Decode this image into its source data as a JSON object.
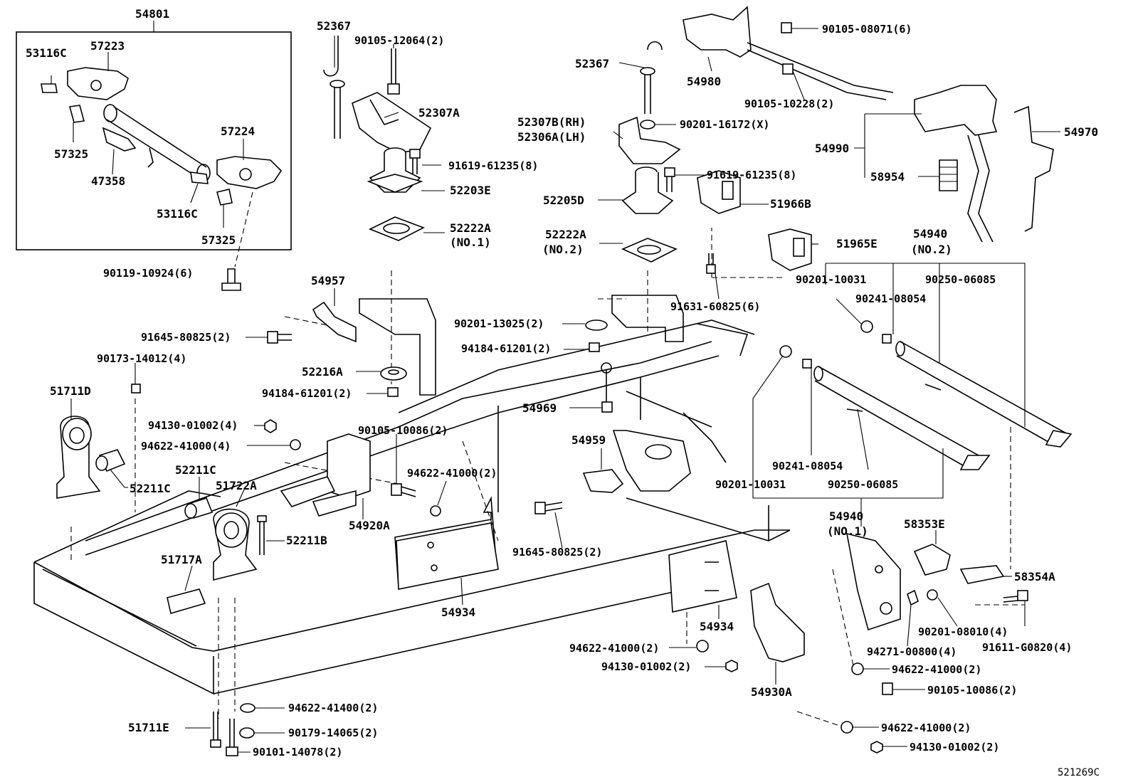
{
  "diagram_id": "521269C",
  "labels": {
    "p54801": "54801",
    "p53116c_a": "53116C",
    "p57223": "57223",
    "p57325_a": "57325",
    "p57224": "57224",
    "p47358": "47358",
    "p53116c_b": "53116C",
    "p57325_b": "57325",
    "p90119": "90119-10924(6)",
    "p52367_a": "52367",
    "p90105_12064": "90105-12064(2)",
    "p52307a": "52307A",
    "p91619_a": "91619-61235(8)",
    "p52203e": "52203E",
    "p52222a_a": "52222A",
    "p52222a_a_note": "(NO.1)",
    "p54957": "54957",
    "p91645_a": "91645-80825(2)",
    "p90173": "90173-14012(4)",
    "p52216a": "52216A",
    "p94184_a": "94184-61201(2)",
    "p51711d": "51711D",
    "p94130_a": "94130-01002(4)",
    "p94622_a": "94622-41000(4)",
    "p52211c_a": "52211C",
    "p52211c_b": "52211C",
    "p51722a": "51722A",
    "p90105_10086_a": "90105-10086(2)",
    "p94622_b": "94622-41000(2)",
    "p54920a": "54920A",
    "p52211b": "52211B",
    "p51717a": "51717A",
    "p54934_a": "54934",
    "p94622_41400": "94622-41400(2)",
    "p51711e": "51711E",
    "p90179": "90179-14065(2)",
    "p90101": "90101-14078(2)",
    "p52367_b": "52367",
    "p52307b": "52307B(RH)",
    "p52306a": "52306A(LH)",
    "p90201_16172": "90201-16172(X)",
    "p91619_b": "91619-61235(8)",
    "p52205d": "52205D",
    "p52222a_b": "52222A",
    "p52222a_b_note": "(NO.2)",
    "p90201_13025": "90201-13025(2)",
    "p94184_b": "94184-61201(2)",
    "p54969": "54969",
    "p54959": "54959",
    "p91645_b": "91645-80825(2)",
    "p54980": "54980",
    "p90105_08071": "90105-08071(6)",
    "p90105_10228": "90105-10228(2)",
    "p51966b": "51966B",
    "p51965e": "51965E",
    "p91631": "91631-60825(6)",
    "p54990": "54990",
    "p54970": "54970",
    "p58954": "58954",
    "p54940_b": "54940",
    "p54940_b_note": "(NO.2)",
    "p90201_10031_a": "90201-10031",
    "p90241_08054_a": "90241-08054",
    "p90250_06085_a": "90250-06085",
    "p90241_08054_b": "90241-08054",
    "p90201_10031_b": "90201-10031",
    "p90250_06085_b": "90250-06085",
    "p54940_a": "54940",
    "p54940_a_note": "(NO.1)",
    "p58353e": "58353E",
    "p58354a": "58354A",
    "p90201_08010": "90201-08010(4)",
    "p91611": "91611-G0820(4)",
    "p94271": "94271-00800(4)",
    "p54934_b": "54934",
    "p94622_c": "94622-41000(2)",
    "p94130_b": "94130-01002(2)",
    "p54930a": "54930A",
    "p94622_d": "94622-41000(2)",
    "p90105_10086_b": "90105-10086(2)",
    "p94622_e": "94622-41000(2)",
    "p94130_c": "94130-01002(2)"
  }
}
